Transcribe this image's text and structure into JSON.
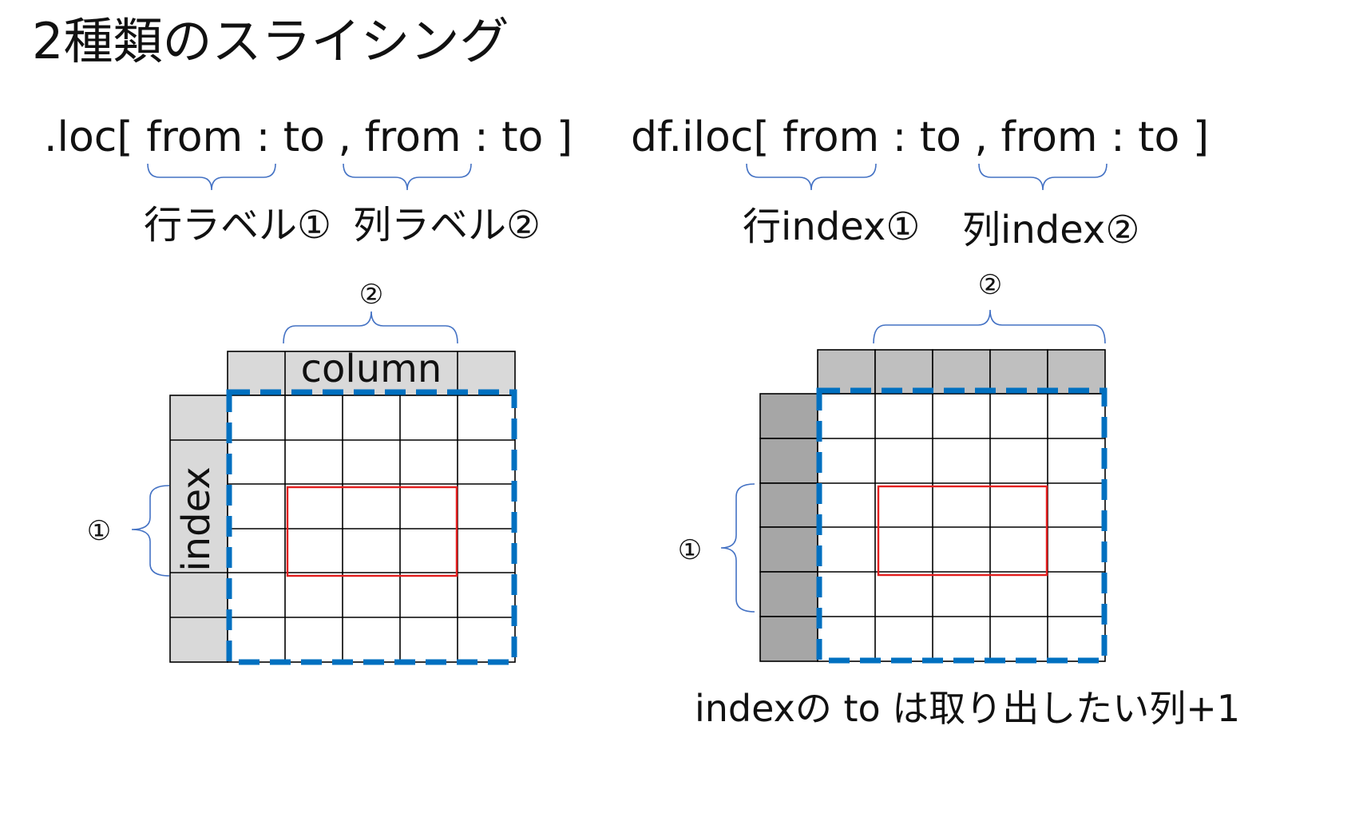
{
  "title": "2種類のスライシング",
  "loc": {
    "syntax": ".loc[ from : to , from : to ]",
    "row_label": "行ラベル①",
    "col_label": "列ラベル②",
    "grid": {
      "column_header": "column",
      "index_header": "index",
      "mark_cols": "②",
      "mark_rows": "①"
    }
  },
  "iloc": {
    "syntax": "df.iloc[ from : to , from : to ]",
    "row_label": "行index①",
    "col_label": "列index②",
    "grid": {
      "mark_cols": "②",
      "mark_rows": "①"
    }
  },
  "note": "indexの to は取り出したい列+1",
  "colors": {
    "brace": "#4472c4",
    "dashed_frame": "#0070c0",
    "selection": "#e31f1f",
    "header_light": "#d9d9d9",
    "header_mid": "#bfbfbf",
    "header_dark": "#a6a6a6"
  }
}
